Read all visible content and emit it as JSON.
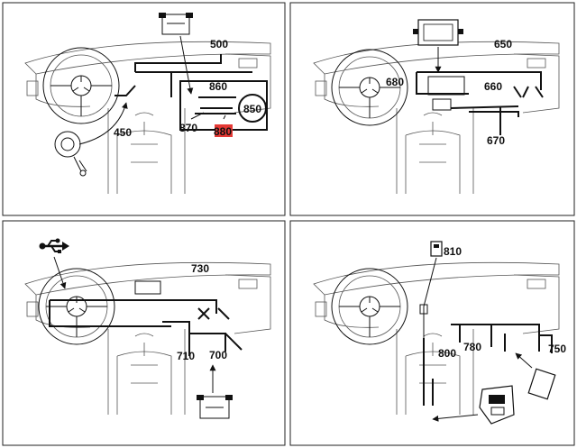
{
  "colors": {
    "frame": "#222222",
    "line": "#111111",
    "highlight": "#e53935"
  },
  "panels": [
    {
      "id": "top-left",
      "labels": [
        "500",
        "860",
        "450",
        "870",
        "850"
      ],
      "highlighted_label": "880"
    },
    {
      "id": "top-right",
      "labels": [
        "650",
        "680",
        "660",
        "670"
      ]
    },
    {
      "id": "bottom-left",
      "labels": [
        "730",
        "710",
        "700"
      ],
      "icon": "usb-icon"
    },
    {
      "id": "bottom-right",
      "labels": [
        "810",
        "780",
        "750",
        "800"
      ]
    }
  ]
}
